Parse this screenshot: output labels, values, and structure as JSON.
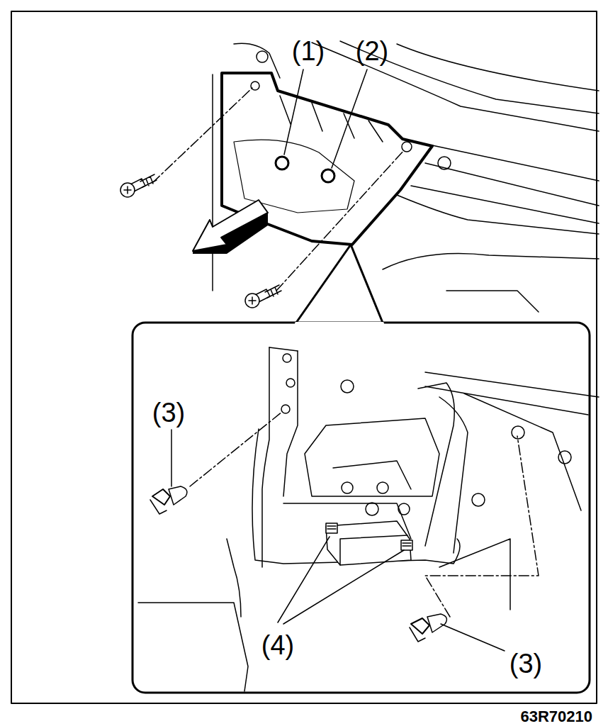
{
  "diagram": {
    "labels": [
      "(1)",
      "(2)",
      "(3)",
      "(4)",
      "(3)",
      "63R70210"
    ]
  }
}
